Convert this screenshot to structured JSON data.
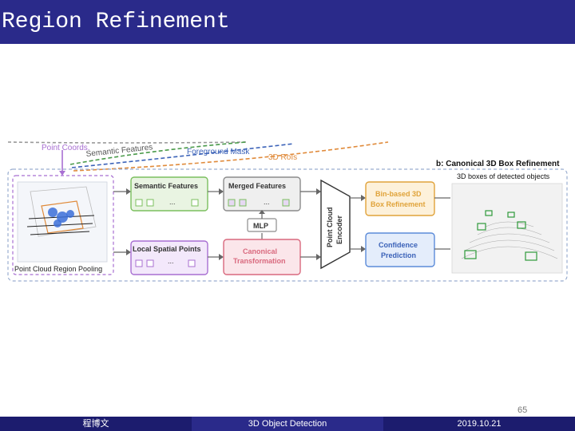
{
  "slide": {
    "title": "Region Refinement",
    "page_number": "65"
  },
  "footer": {
    "author": "程博文",
    "topic": "3D Object Detection",
    "date": "2019.10.21"
  },
  "diagram": {
    "inputs": {
      "point_coords": "Point Coords.",
      "semantic_features": "Semantic Features",
      "foreground_mask": "Foreground Mask",
      "rois": "3D RoIs"
    },
    "stage_title": "b: Canonical 3D Box Refinement",
    "pooling_label": "Point Cloud Region Pooling",
    "semantic_box": "Semantic Features",
    "merged_box": "Merged Features",
    "mlp_box": "MLP",
    "local_box": "Local Spatial Points",
    "canonical_box": [
      "Canonical",
      "Transformation"
    ],
    "encoder": [
      "Point Cloud",
      "Encoder"
    ],
    "bin_box": [
      "Bin-based 3D",
      "Box Refinement"
    ],
    "confidence_box": [
      "Confidence",
      "Prediction"
    ],
    "result_label": "3D boxes of detected objects",
    "ellipsis": "..."
  },
  "colors": {
    "title_bar": "#2a2a8a",
    "green": "#7bbf5e",
    "gray": "#8c8c8c",
    "pink": "#d9697e",
    "purple": "#a86fd2",
    "orange": "#e0a33a",
    "blue": "#5b8bd9"
  }
}
